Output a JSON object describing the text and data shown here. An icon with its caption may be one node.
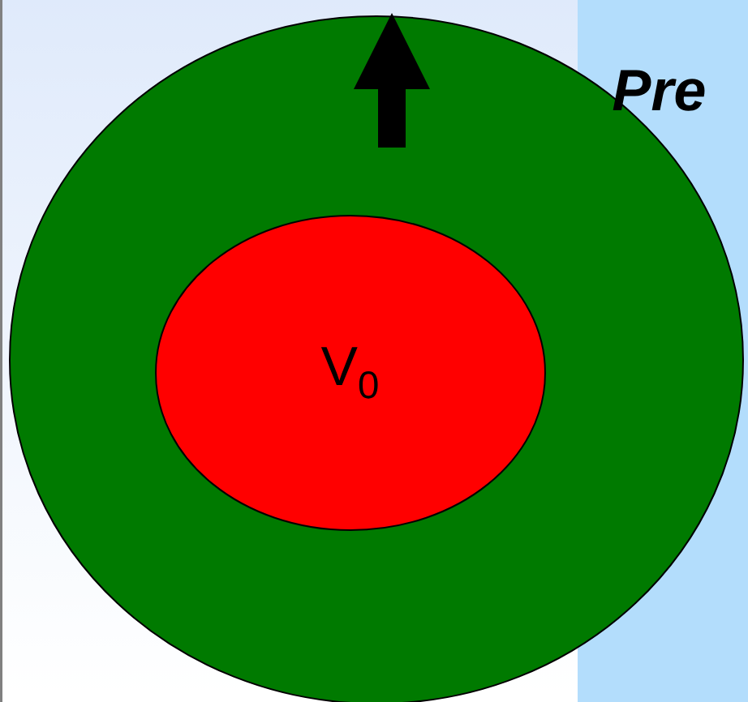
{
  "diagram": {
    "nodes": [
      {
        "text": [],
        "shape": "circle"
      },
      {
        "text": [
          "V$_{0}$"
        ],
        "in": 0
      }
    ],
    "labels": [
      "Pre"
    ]
  }
}
